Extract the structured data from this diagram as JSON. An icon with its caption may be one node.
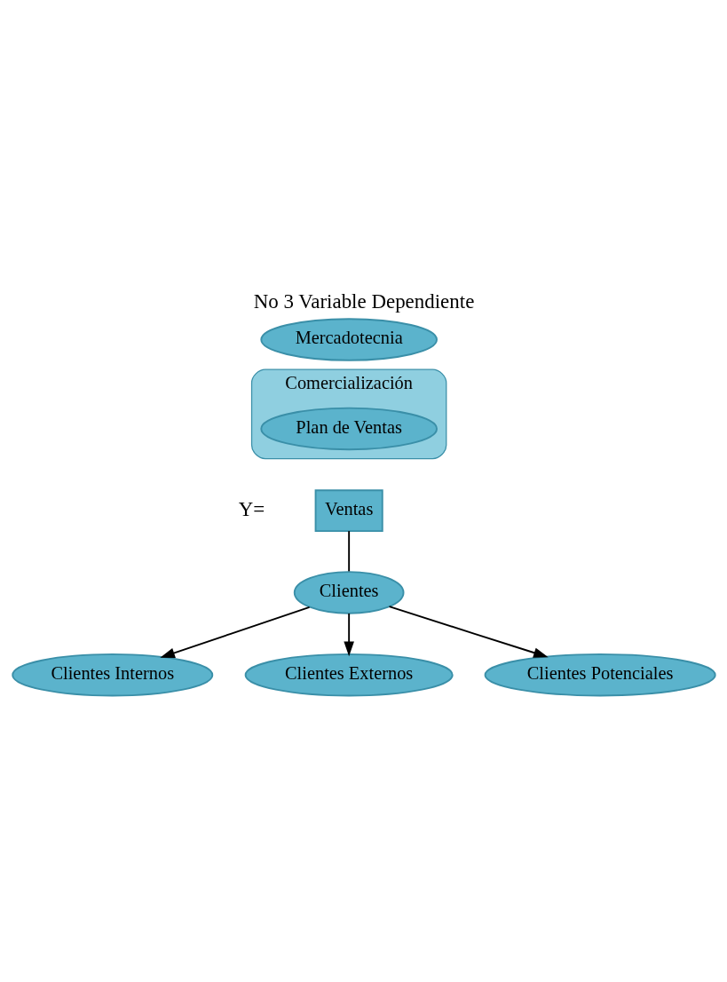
{
  "diagram": {
    "title": "No 3 Variable Dependiente",
    "nodes": [
      {
        "text": [
          "Mercadotecnia"
        ]
      },
      {
        "text": [
          "Comercialización"
        ]
      },
      {
        "text": [
          "Plan de Ventas"
        ],
        "in": 1
      },
      {
        "text": [
          "Ventas"
        ]
      },
      {
        "text": [
          "Clientes"
        ]
      },
      {
        "text": [
          "Clientes Internos"
        ]
      },
      {
        "text": [
          "Clientes Externos"
        ]
      },
      {
        "text": [
          "Clientes Potenciales"
        ]
      }
    ],
    "edges": [
      {
        "from": 3,
        "to": 4,
        "arrow": "none"
      },
      {
        "from": 4,
        "to": 5,
        "arrow": "to"
      },
      {
        "from": 4,
        "to": 6,
        "arrow": "to"
      },
      {
        "from": 4,
        "to": 7,
        "arrow": "to"
      }
    ],
    "labels": [
      "Y="
    ]
  }
}
